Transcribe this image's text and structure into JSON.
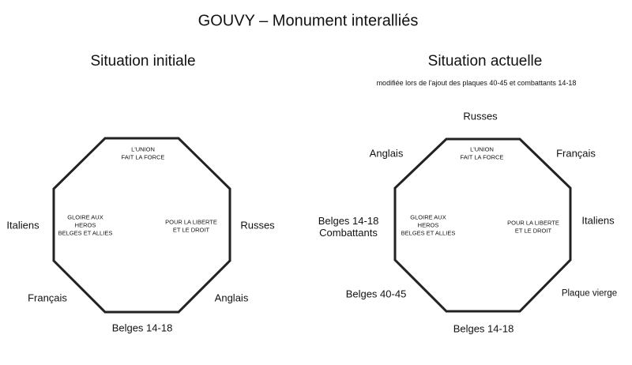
{
  "title": "GOUVY – Monument interalliés",
  "left": {
    "heading": "Situation initiale",
    "inscriptions": {
      "top": [
        "L'UNION",
        "FAIT LA FORCE"
      ],
      "left": [
        "GLOIRE AUX",
        "HEROS",
        "BELGES ET ALLIES"
      ],
      "right": [
        "POUR LA LIBERTE",
        "ET LE DROIT"
      ]
    },
    "faces": {
      "left": "Italiens",
      "right": "Russes",
      "bottom_left": "Français",
      "bottom_right": "Anglais",
      "bottom": "Belges 14-18"
    }
  },
  "right": {
    "heading": "Situation actuelle",
    "note": "modifiée lors de l'ajout des plaques 40-45 et combattants 14-18",
    "inscriptions": {
      "top": [
        "L'UNION",
        "FAIT LA FORCE"
      ],
      "left": [
        "GLOIRE AUX",
        "HEROS",
        "BELGES ET ALLIES"
      ],
      "right": [
        "POUR LA LIBERTE",
        "ET LE DROIT"
      ]
    },
    "faces": {
      "top": "Russes",
      "top_left": "Anglais",
      "top_right": "Français",
      "left": [
        "Belges 14-18",
        "Combattants"
      ],
      "right": "Italiens",
      "bottom_left": "Belges 40-45",
      "bottom_right": "Plaque vierge",
      "bottom": "Belges 14-18"
    }
  }
}
